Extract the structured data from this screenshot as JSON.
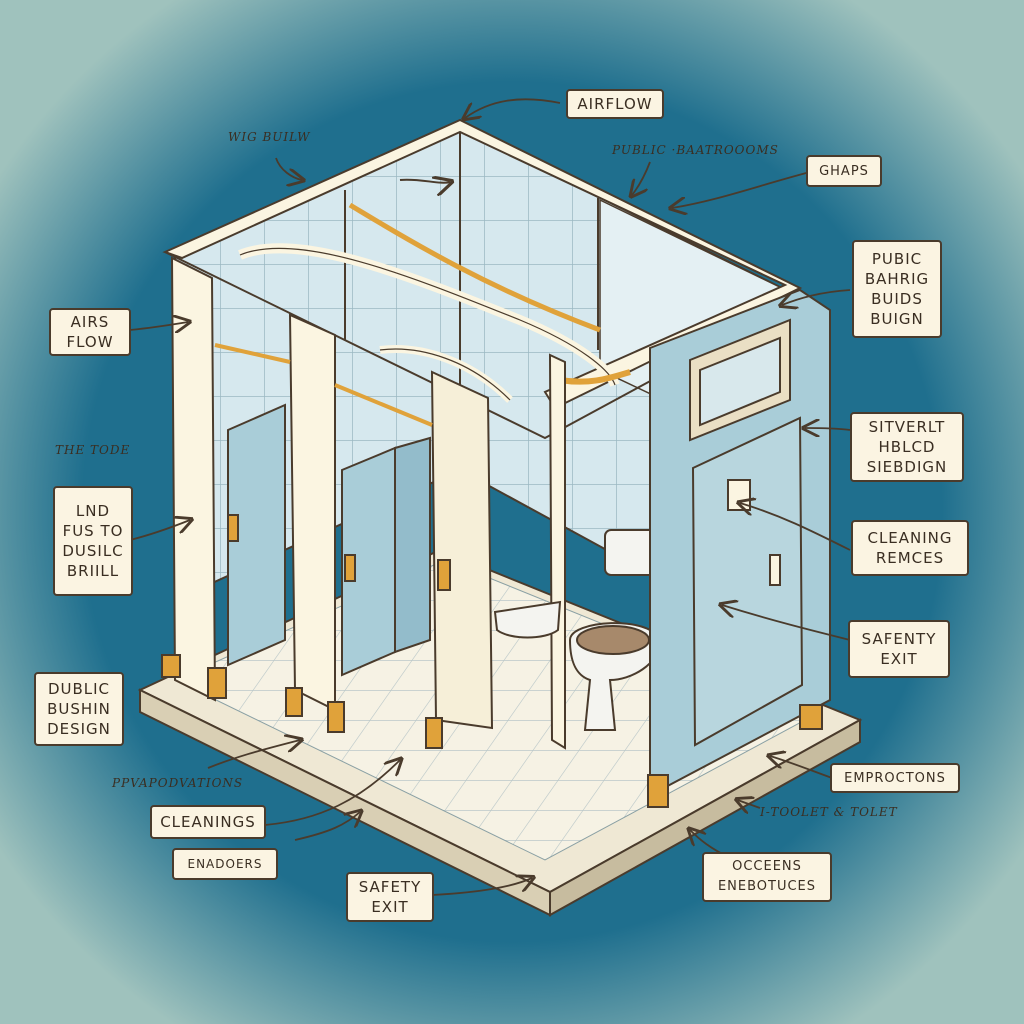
{
  "labels": {
    "airflow_top": "AIRFLOW",
    "public_bathrooms": "PUBLIC ·BAATROOOMS",
    "wig_build": "WIG BUILW",
    "ghaps": "GHAPS",
    "public_bahrig": "PUBIC BAHRIG BUIDS BUIGN",
    "airs_flow": "AIRS FLOW",
    "sitverlt": "SITVERLT HBLCD SIEBDIGN",
    "the_tode": "THE TODE",
    "lnd_fus": "LND FUS TO DUSILC BRIILL",
    "cleaning_rences": "CLEANING REMCES",
    "safenty_exit": "SAFENTY EXIT",
    "dublic_design": "DUBLIC BUSHIN DESIGN",
    "pdvapodvations": "PPVAPODVATIONS",
    "emproctons": "EMPROCTONS",
    "cleanings": "CLEANINGS",
    "toolet": "I-TOOLET & TOLET",
    "enadoers": "ENADOERS",
    "occeens": "OCCEENS ENEBOTUCES",
    "safety_exit_bottom": "SAFETY EXIT"
  },
  "colors": {
    "background_outer": "#9fc2bd",
    "background_inner": "#1f6f8e",
    "frame": "#fbf5e1",
    "outline": "#4a3b2c",
    "tile": "#cfe3ea",
    "door": "#a9cdd8",
    "accent_gold": "#e0a23a"
  }
}
